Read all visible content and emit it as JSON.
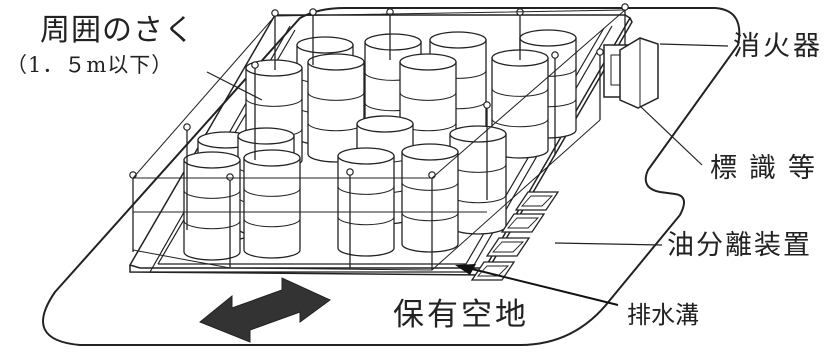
{
  "labels": {
    "fence": "周囲のさく",
    "fence_height": "（1．５m以下）",
    "extinguisher": "消火器",
    "signs": "標識等",
    "oil_separator": "油分離装置",
    "drain_ditch": "排水溝",
    "open_space": "保有空地"
  },
  "colors": {
    "line": "#222222",
    "background": "#ffffff",
    "ground_shade": "#555555"
  }
}
